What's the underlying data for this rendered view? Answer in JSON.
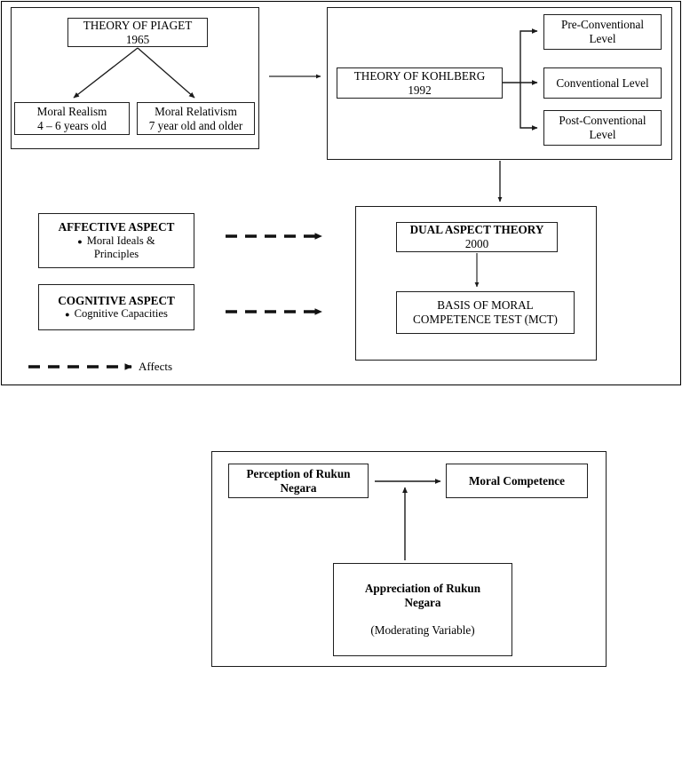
{
  "diagram_top": {
    "piaget_group": {
      "root": {
        "line1": "THEORY OF PIAGET",
        "line2": "1965"
      },
      "children": [
        {
          "line1": "Moral Realism",
          "line2": "4 – 6 years old"
        },
        {
          "line1": "Moral Relativism",
          "line2": "7 year old and older"
        }
      ]
    },
    "kohlberg_group": {
      "root": {
        "line1": "THEORY OF KOHLBERG",
        "line2": "1992"
      },
      "levels": [
        {
          "line1": "Pre-Conventional",
          "line2": "Level"
        },
        {
          "line1": "Conventional Level",
          "line2": ""
        },
        {
          "line1": "Post-Conventional",
          "line2": "Level"
        }
      ]
    },
    "aspects": [
      {
        "heading": "AFFECTIVE ASPECT",
        "bullet_line1": "Moral Ideals &",
        "bullet_line2": "Principles"
      },
      {
        "heading": "COGNITIVE ASPECT",
        "bullet_line1": "Cognitive Capacities",
        "bullet_line2": ""
      }
    ],
    "dual_aspect_group": {
      "theory": {
        "line1": "DUAL ASPECT THEORY",
        "line2": "2000"
      },
      "basis": {
        "line1": "BASIS OF MORAL",
        "line2": "COMPETENCE TEST (MCT)"
      }
    },
    "legend": {
      "label": "Affects"
    }
  },
  "diagram_bottom": {
    "perception": {
      "line1": "Perception of Rukun",
      "line2": "Negara"
    },
    "outcome": {
      "line1": "Moral Competence",
      "line2": ""
    },
    "moderator": {
      "line1": "Appreciation of Rukun",
      "line2": "Negara",
      "line3": "(Moderating Variable)"
    }
  },
  "colors": {
    "stroke": "#1f1f1f",
    "background": "#ffffff",
    "text": "#000000"
  }
}
